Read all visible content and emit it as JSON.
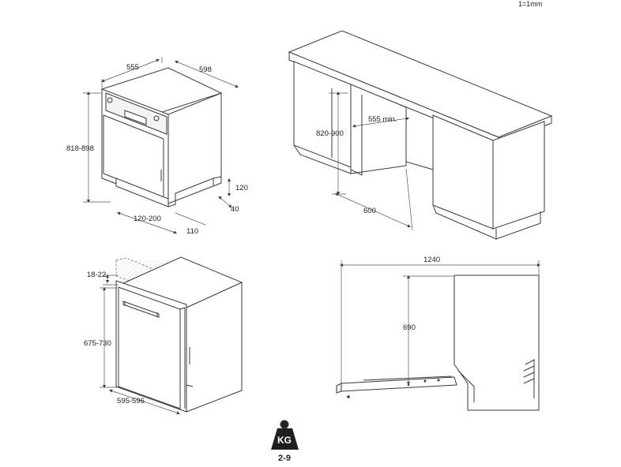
{
  "scale_note": "1=1mm",
  "weight_icon": {
    "icon": "kg-weight-icon",
    "unit": "KG",
    "range": "2-9"
  },
  "view_appliance": {
    "dim_depth": "555",
    "dim_width": "598",
    "dim_height": "818-898",
    "dim_toekick_height": "120",
    "dim_toekick_depth": "40",
    "dim_toekick_setback": "120-200",
    "dim_plinth": "110"
  },
  "view_cabinet": {
    "dim_height": "820-900",
    "dim_depth": "555 min.",
    "dim_width": "600"
  },
  "view_door": {
    "dim_gap": "18-22",
    "dim_door_height": "675-730",
    "dim_door_width": "595-596"
  },
  "view_side": {
    "dim_length": "1240",
    "dim_height": "690"
  }
}
